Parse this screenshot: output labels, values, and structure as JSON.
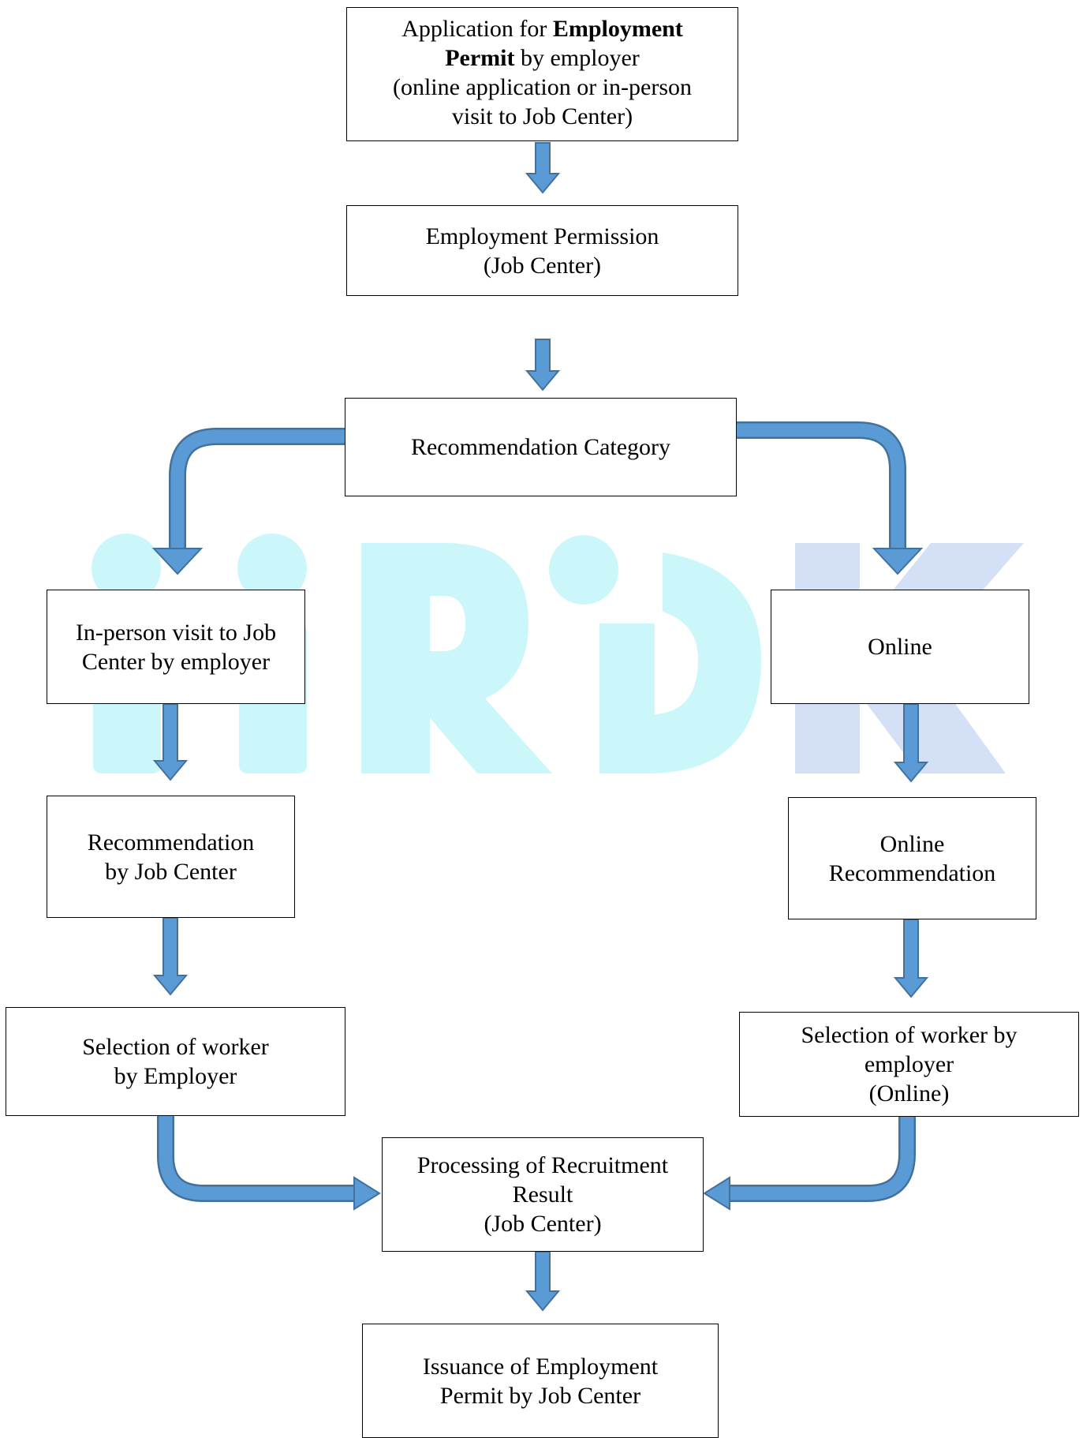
{
  "nodes": {
    "application": {
      "pre": "Application for ",
      "bold1": "Employment",
      "bold2": "Permit",
      "post": " by employer",
      "line3": "(online application or in-person",
      "line4": "visit to Job Center)"
    },
    "permission": {
      "line1": "Employment Permission",
      "line2": "(Job Center)"
    },
    "category": {
      "line1": "Recommendation Category"
    },
    "in_person": {
      "line1": "In-person visit to Job",
      "line2": "Center by employer"
    },
    "online": {
      "line1": "Online"
    },
    "recommendation_job_center": {
      "line1": "Recommendation",
      "line2": "by Job Center"
    },
    "online_recommendation": {
      "line1": "Online",
      "line2": "Recommendation"
    },
    "selection_employer": {
      "line1": "Selection of worker",
      "line2": "by Employer"
    },
    "selection_online": {
      "line1": "Selection of worker by",
      "line2": "employer",
      "line3": "(Online)"
    },
    "processing": {
      "line1": "Processing of Recruitment",
      "line2": "Result",
      "line3": "(Job Center)"
    },
    "issuance": {
      "line1": "Issuance of Employment",
      "line2": "Permit by Job Center"
    }
  },
  "watermark": {
    "text": "iiRDK"
  },
  "colors": {
    "arrow_fill": "#5b9bd5",
    "arrow_stroke": "#41719c",
    "watermark_cyan": "#ccf7fa",
    "watermark_blue": "#d3e0f5",
    "box_border": "#000000"
  }
}
